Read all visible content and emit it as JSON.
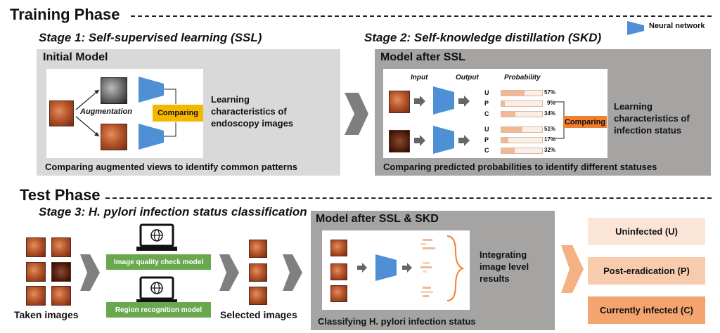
{
  "training_phase": {
    "title": "Training Phase"
  },
  "legend": {
    "label": "Neural network",
    "color": "#4f8fd6"
  },
  "stage1": {
    "title": "Stage 1: Self-supervised learning (SSL)",
    "panel_title": "Initial Model",
    "augmentation": "Augmentation",
    "comparing": "Comparing",
    "learning_text": [
      "Learning",
      "characteristics of",
      "endoscopy images"
    ],
    "caption": "Comparing augmented views to identify common patterns"
  },
  "stage2": {
    "title": "Stage 2: Self-knowledge distillation (SKD)",
    "panel_title": "Model after SSL",
    "headers": {
      "input": "Input",
      "output": "Output",
      "probability": "Probability"
    },
    "comparing": "Comparing",
    "learning_text": [
      "Learning",
      "characteristics of",
      "infection status"
    ],
    "caption": "Comparing predicted probabilities to identify different statuses",
    "groups": [
      {
        "rows": [
          {
            "label": "U",
            "value": 57,
            "pct": "57%"
          },
          {
            "label": "P",
            "value": 9,
            "pct": "9%"
          },
          {
            "label": "C",
            "value": 34,
            "pct": "34%"
          }
        ]
      },
      {
        "rows": [
          {
            "label": "U",
            "value": 51,
            "pct": "51%"
          },
          {
            "label": "P",
            "value": 17,
            "pct": "17%"
          },
          {
            "label": "C",
            "value": 32,
            "pct": "32%"
          }
        ]
      }
    ]
  },
  "test_phase": {
    "title": "Test Phase"
  },
  "stage3": {
    "title": "Stage 3: H. pylori infection status classification",
    "taken_images": "Taken images",
    "quality_model": "Image quality check model",
    "region_model": "Region recognition model",
    "selected_images": "Selected images",
    "panel_title": "Model after SSL & SKD",
    "integrating_text": [
      "Integrating",
      "image level",
      "results"
    ],
    "caption": "Classifying H. pylori infection status",
    "results": [
      {
        "label": "Uninfected (U)",
        "color": "#fbe5d6"
      },
      {
        "label": "Post-eradication (P)",
        "color": "#f8cbad"
      },
      {
        "label": "Currently infected (C)",
        "color": "#f4a46e"
      }
    ]
  }
}
